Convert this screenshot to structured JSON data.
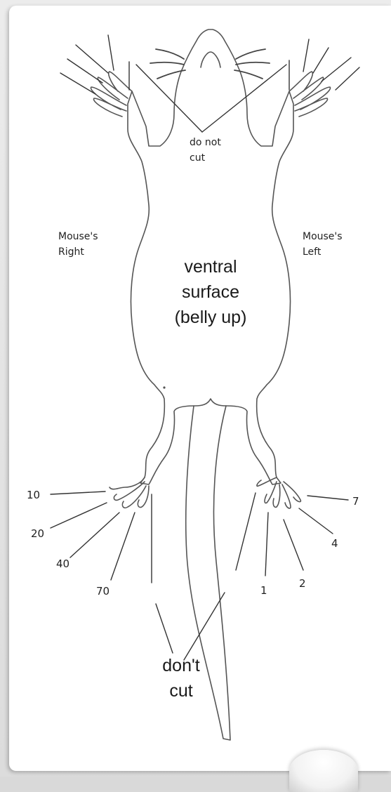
{
  "labels": {
    "do_not_cut_line1": "do not",
    "do_not_cut_line2": "cut",
    "mouse_right_line1": "Mouse's",
    "mouse_right_line2": "Right",
    "mouse_left_line1": "Mouse's",
    "mouse_left_line2": "Left",
    "ventral_line1": "ventral",
    "ventral_line2": "surface",
    "ventral_line3": "(belly up)",
    "dont_cut_line1": "don't",
    "dont_cut_line2": "cut"
  },
  "toe_numbers": {
    "left_hind": [
      "10",
      "20",
      "40",
      "70"
    ],
    "right_hind": [
      "1",
      "2",
      "4",
      "7"
    ]
  }
}
